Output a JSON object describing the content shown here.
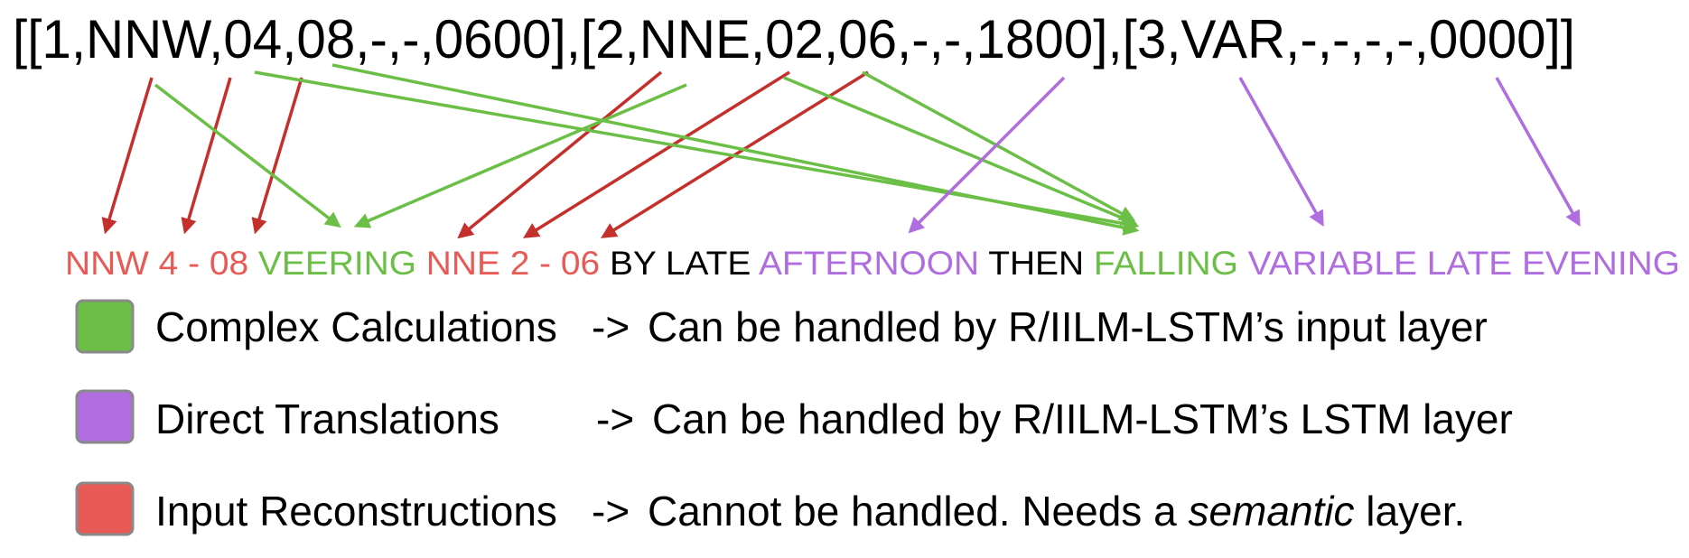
{
  "source_text": "[[1,NNW,04,08,-,-,0600],[2,NNE,02,06,-,-,1800],[3,VAR,-,-,-,-,0000]]",
  "output_tokens": [
    {
      "id": "t0",
      "text": "NNW 4 - 08 ",
      "color": "red"
    },
    {
      "id": "t1",
      "text": "VEERING ",
      "color": "green"
    },
    {
      "id": "t2",
      "text": "NNE 2 - 06 ",
      "color": "red"
    },
    {
      "id": "t3",
      "text": "BY LATE ",
      "color": "black"
    },
    {
      "id": "t4",
      "text": "AFTERNOON ",
      "color": "purple"
    },
    {
      "id": "t5",
      "text": "THEN ",
      "color": "black"
    },
    {
      "id": "t6",
      "text": "FALLING ",
      "color": "green"
    },
    {
      "id": "t7",
      "text": "VARIABLE LATE EVENING",
      "color": "purple"
    }
  ],
  "colors": {
    "green": "#6cbf46",
    "purple": "#b06ddf",
    "red": "#e85a55",
    "arrow_red": "#c4302b",
    "black": "#000000",
    "swatch_border": "#8a8a8a"
  },
  "legend": [
    {
      "id": "legend-complex",
      "color": "green",
      "label": "Complex Calculations",
      "arrow": "->",
      "desc": "Can be handled by R/IILM-LSTM’s input layer"
    },
    {
      "id": "legend-direct",
      "color": "purple",
      "label": "Direct Translations",
      "arrow": "->",
      "desc": "Can be handled by R/IILM-LSTM’s LSTM layer"
    },
    {
      "id": "legend-input",
      "color": "red",
      "label": "Input Reconstructions",
      "arrow": "->",
      "desc_pre": "Cannot be handled. Needs a ",
      "desc_em": "semantic",
      "desc_post": " layer."
    }
  ]
}
